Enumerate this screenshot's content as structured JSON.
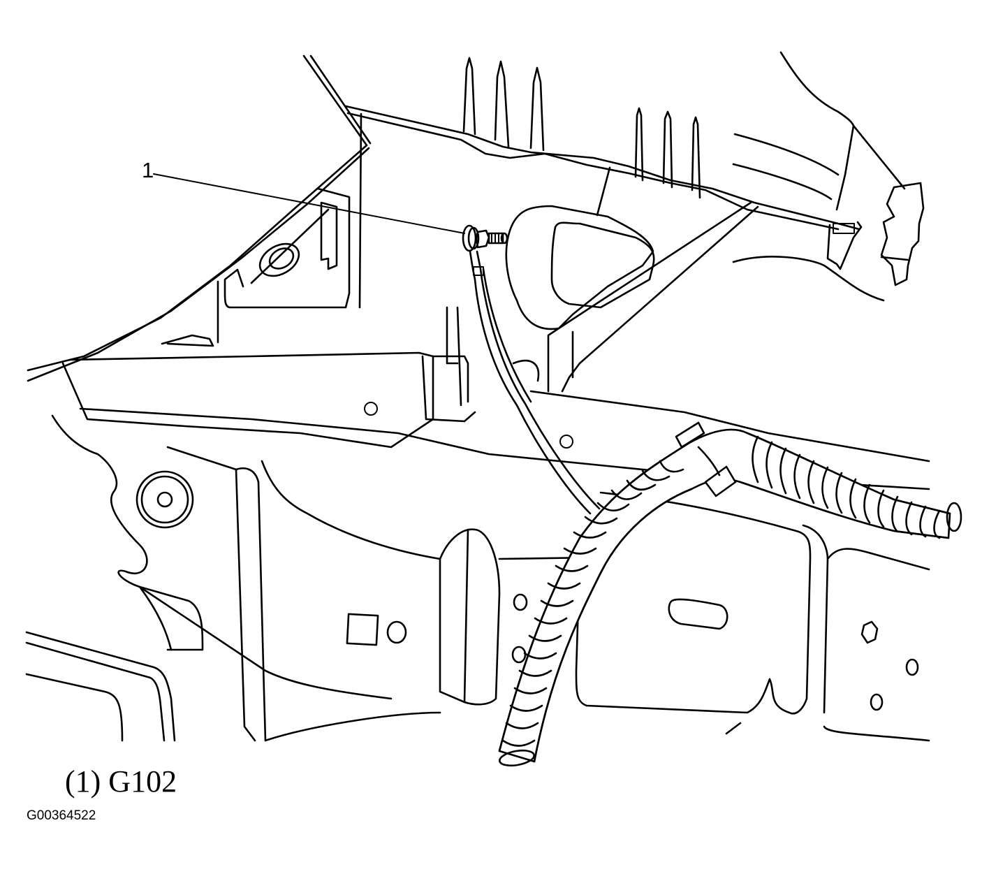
{
  "diagram": {
    "subject": "Ground location G102 - line-art illustration of body panel, ground stud and wiring harness",
    "callouts": [
      {
        "number": "1",
        "target": "ground stud with eyelet terminal"
      }
    ],
    "components": [
      "ground-stud",
      "ground-wire-pigtail",
      "corrugated-wiring-harness",
      "harness-clip",
      "body-panel",
      "upper-support-bracket",
      "fastener-nut",
      "mounting-holes"
    ]
  },
  "labels": {
    "callout_1": "1",
    "caption": "(1) G102",
    "figure_id": "G00364522"
  }
}
